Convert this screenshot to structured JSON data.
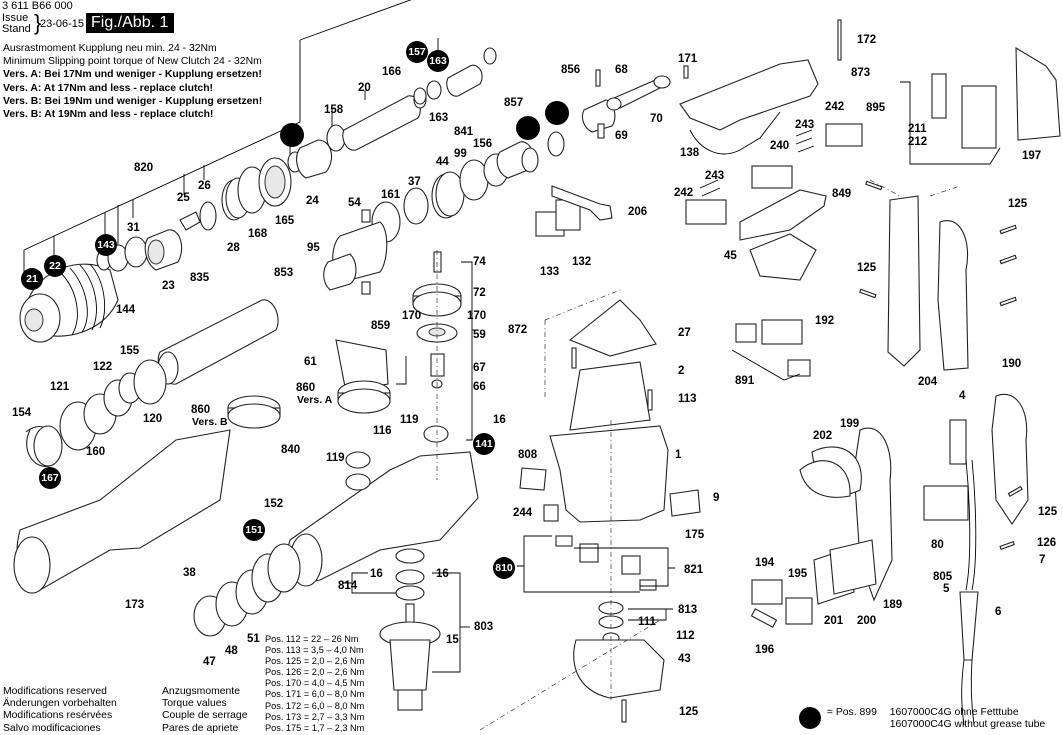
{
  "header": {
    "doc_number": "3 611 B66 000",
    "issue_label_en": "Issue",
    "issue_label_de": "Stand",
    "issue_date": "23-06-15",
    "figure_label": "Fig./Abb. 1"
  },
  "notes": [
    {
      "text": "Ausrastmoment Kupplung neu min. 24 - 32Nm",
      "bold": false
    },
    {
      "text": "Minimum Slipping point torque of New Clutch 24 - 32Nm",
      "bold": false
    },
    {
      "text": "Vers. A: Bei 17Nm und weniger - Kupplung ersetzen!",
      "bold": true
    },
    {
      "text": "Vers. A: At 17Nm and less - replace clutch!",
      "bold": true
    },
    {
      "text": "Vers. B: Bei 19Nm und weniger - Kupplung ersetzen!",
      "bold": true
    },
    {
      "text": "Vers. B: At 19Nm and less - replace clutch!",
      "bold": true
    }
  ],
  "footer": {
    "modifications": [
      "Modifications reserved",
      "Änderungen vorbehalten",
      "Modifications resérvées",
      "Salvo modificaciones"
    ],
    "torque_heading": [
      "Anzugsmomente",
      "Torque values",
      "Couple de serrage",
      "Pares de apriete"
    ],
    "torque_values": [
      "Pos. 112 = 22 – 26 Nm",
      "Pos. 113 = 3,5 – 4,0 Nm",
      "Pos. 125 = 2,0 – 2,6 Nm",
      "Pos. 126 = 2,0 – 2,6 Nm",
      "Pos. 170 = 4,0 – 4,5 Nm",
      "Pos. 171 = 6,0 – 8,0 Nm",
      "Pos. 172 = 6,0 – 8,0 Nm",
      "Pos. 173 = 2,7 – 3,3 Nm",
      "Pos. 175 = 1,7 – 2,3 Nm"
    ],
    "legend_pos": "= Pos. 899",
    "legend_parts": [
      "1607000C4G ohne Fetttube",
      "1607000C4G without grease tube"
    ]
  },
  "labels": {
    "l820": "820",
    "l25": "25",
    "l26": "26",
    "l31": "31",
    "l23": "23",
    "l144": "144",
    "l28": "28",
    "l168": "168",
    "l165": "165",
    "l24": "24",
    "l158": "158",
    "l20": "20",
    "l166": "166",
    "l163a": "163",
    "l841": "841",
    "l44": "44",
    "l99": "99",
    "l156": "156",
    "l857": "857",
    "l856": "856",
    "l68": "68",
    "l69": "69",
    "l70": "70",
    "l37": "37",
    "l161": "161",
    "l54": "54",
    "l95": "95",
    "l853": "853",
    "l835": "835",
    "l155": "155",
    "l122": "122",
    "l121": "121",
    "l154": "154",
    "l160": "160",
    "l120": "120",
    "l860b": "860",
    "versB": "Vers. B",
    "l860a": "860",
    "versA": "Vers. A",
    "l61": "61",
    "l74": "74",
    "l72": "72",
    "l170a": "170",
    "l170b": "170",
    "l859": "859",
    "l59": "59",
    "l872": "872",
    "l67": "67",
    "l66": "66",
    "l119a": "119",
    "l116": "116",
    "l119b": "119",
    "l16a": "16",
    "l840": "840",
    "l152": "152",
    "l38": "38",
    "l173": "173",
    "l47": "47",
    "l48": "48",
    "l51": "51",
    "l814": "814",
    "l16b": "16",
    "l16c": "16",
    "l803": "803",
    "l15": "15",
    "l171": "171",
    "l172": "172",
    "l873": "873",
    "l138": "138",
    "l242a": "242",
    "l243a": "243",
    "l240": "240",
    "l243b": "243",
    "l242b": "242",
    "l849": "849",
    "l45": "45",
    "l206": "206",
    "l133": "133",
    "l132": "132",
    "l27": "27",
    "l2": "2",
    "l113": "113",
    "l1": "1",
    "l808": "808",
    "l9": "9",
    "l244": "244",
    "l175": "175",
    "l821": "821",
    "l813": "813",
    "l111": "111",
    "l112": "112",
    "l43": "43",
    "l125a": "125",
    "l895": "895",
    "l211": "211",
    "l212": "212",
    "l197": "197",
    "l125b": "125",
    "l125c": "125",
    "l192": "192",
    "l891": "891",
    "l204": "204",
    "l190": "190",
    "l4": "4",
    "l202": "202",
    "l199": "199",
    "l125d": "125",
    "l126": "126",
    "l80": "80",
    "l7": "7",
    "l805": "805",
    "l5": "5",
    "l6": "6",
    "l194": "194",
    "l195": "195",
    "l196": "196",
    "l201": "201",
    "l200": "200",
    "l189": "189"
  },
  "badges": {
    "b157": "157",
    "b163": "163",
    "b143": "143",
    "b21": "21",
    "b22": "22",
    "b167": "167",
    "b141": "141",
    "b151": "151",
    "b810": "810"
  }
}
